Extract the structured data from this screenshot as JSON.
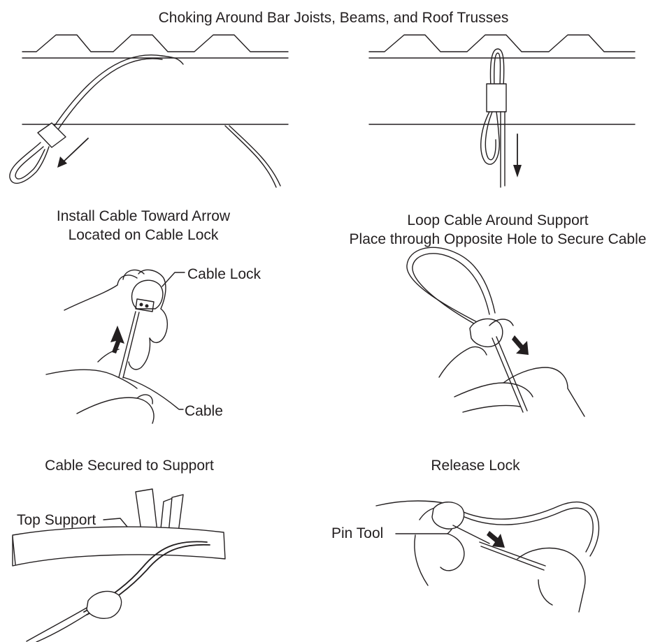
{
  "title": "Choking Around Bar Joists, Beams, and Roof Trusses",
  "panels": {
    "left_caption_line1": "Install Cable Toward Arrow",
    "left_caption_line2": "Located on Cable Lock",
    "right_caption_line1": "Loop Cable Around Support",
    "right_caption_line2": "Place through Opposite Hole to Secure Cable",
    "secured_caption": "Cable Secured to Support",
    "release_caption": "Release Lock"
  },
  "labels": {
    "cable_lock": "Cable Lock",
    "cable": "Cable",
    "top_support": "Top Support",
    "pin_tool": "Pin Tool"
  }
}
